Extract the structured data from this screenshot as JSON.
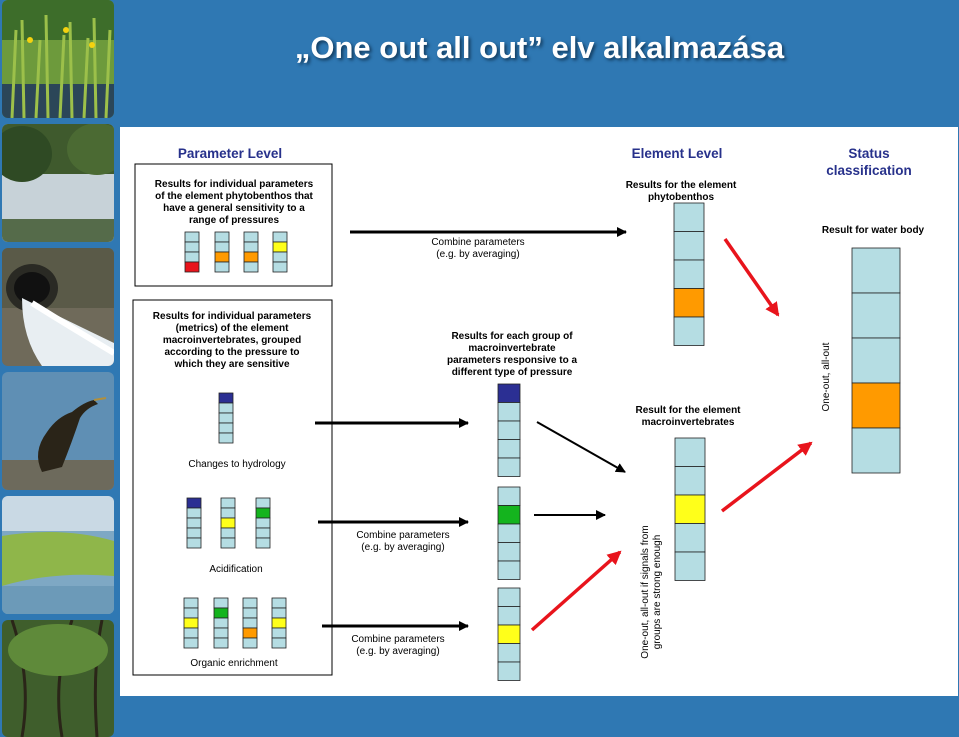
{
  "title": "„One out all out” elv alkalmazása",
  "headers": {
    "parameter_level": "Parameter Level",
    "element_level": "Element Level",
    "status_1": "Status",
    "status_2": "classification"
  },
  "box1": [
    "Results for individual parameters",
    "of the element phytobenthos that",
    "have a general sensitivity to a",
    "range of pressures"
  ],
  "box2": [
    "Results for individual parameters",
    "(metrics) of the element",
    "macroinvertebrates, grouped",
    "according to the pressure to",
    "which they are sensitive"
  ],
  "pressures": {
    "hydrology": "Changes to hydrology",
    "acidification": "Acidification",
    "organic": "Organic enrichment"
  },
  "combine": {
    "line1": "Combine parameters",
    "line2": "(e.g. by averaging)"
  },
  "group_results": [
    "Results for each group of",
    "macroinvertebrate",
    "parameters responsive to a",
    "different type of pressure"
  ],
  "element_phyto": [
    "Results for the element",
    "phytobenthos"
  ],
  "element_macro": [
    "Result for the element",
    "macroinvertebrates"
  ],
  "water_body": "Result for water body",
  "one_out_groups": [
    "One-out, all-out if signals from",
    "groups are strong enough"
  ],
  "one_out_all_out": "One-out, all-out",
  "colors": {
    "background": "#2f78b3",
    "cell": "#b5dde3",
    "red": "#e8141c",
    "orange": "#ff9a00",
    "yellow": "#ffff1a",
    "green": "#14b41e",
    "blue": "#2b2f93",
    "arrow_red": "#e8141c",
    "header": "#27318b"
  },
  "sidebar_images": [
    "wetland-reeds",
    "river-trees",
    "drain-pipe-outflow",
    "cormorant-bird",
    "marsh-grass",
    "forest-stream"
  ]
}
